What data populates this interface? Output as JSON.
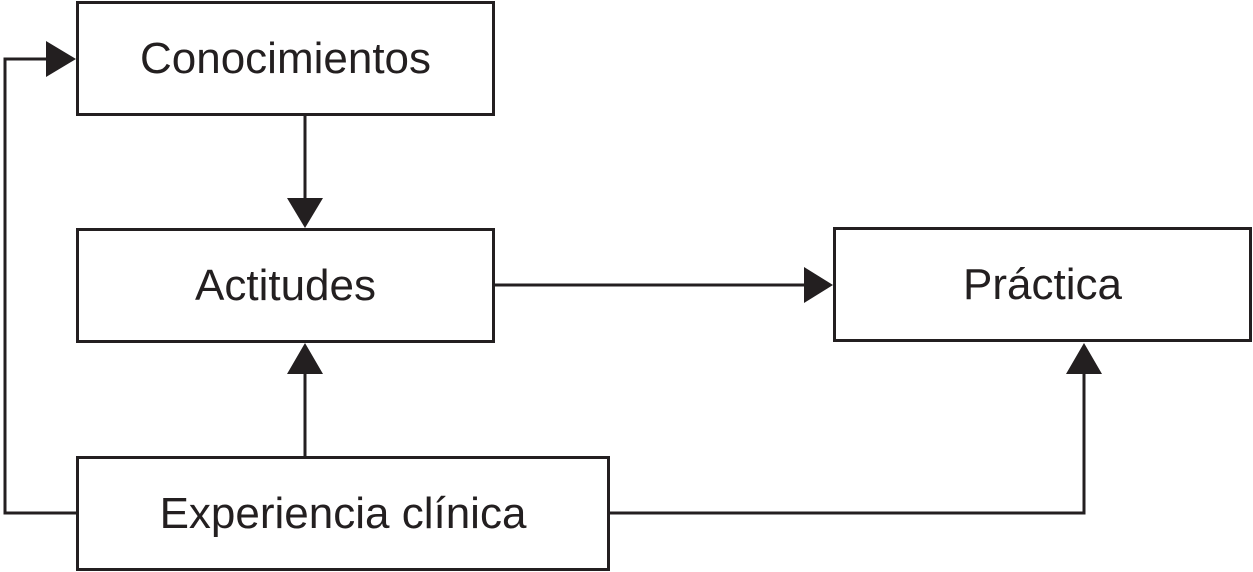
{
  "nodes": {
    "conocimientos": "Conocimientos",
    "actitudes": "Actitudes",
    "practica": "Práctica",
    "experiencia": "Experiencia clínica"
  },
  "edges": [
    {
      "from": "conocimientos",
      "to": "actitudes"
    },
    {
      "from": "actitudes",
      "to": "practica"
    },
    {
      "from": "experiencia",
      "to": "actitudes"
    },
    {
      "from": "experiencia",
      "to": "conocimientos"
    },
    {
      "from": "experiencia",
      "to": "practica"
    }
  ],
  "colors": {
    "line": "#231f20",
    "background": "#ffffff"
  }
}
